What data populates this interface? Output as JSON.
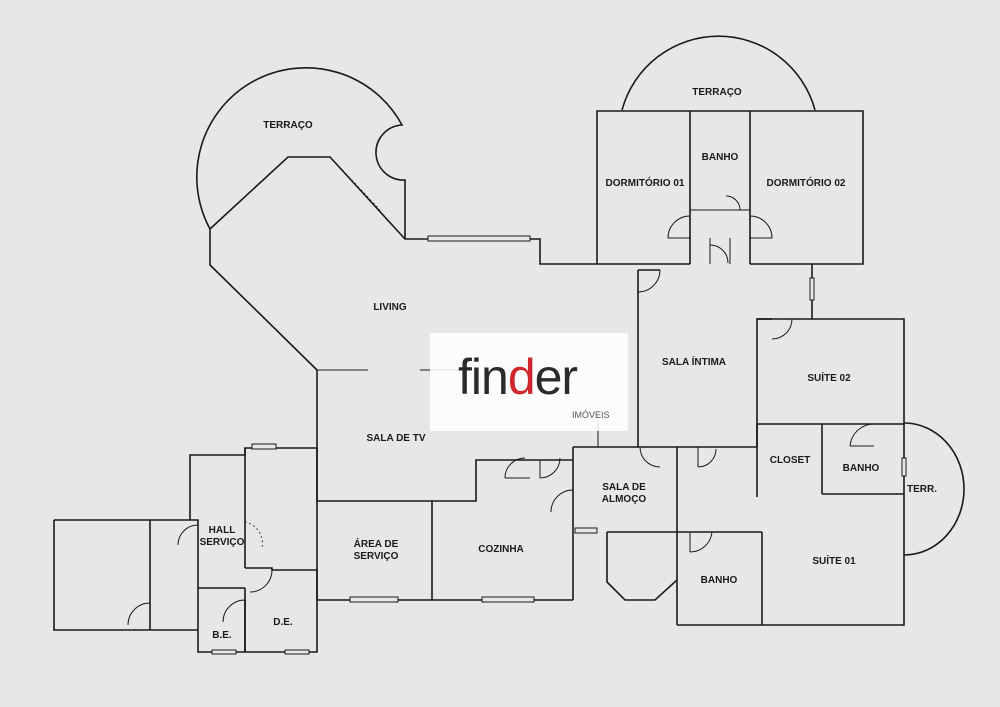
{
  "rooms": {
    "terraco_left": "TERRAÇO",
    "terraco_top": "TERRAÇO",
    "banho_top": "BANHO",
    "dormitorio_01": "DORMITÓRIO 01",
    "dormitorio_02": "DORMITÓRIO 02",
    "living": "LIVING",
    "sala_intima": "SALA ÍNTIMA",
    "suite_02": "SUÍTE 02",
    "sala_tv": "SALA DE TV",
    "closet": "CLOSET",
    "banho_suite": "BANHO",
    "terr": "TERR.",
    "sala_almoco_1": "SALA DE",
    "sala_almoco_2": "ALMOÇO",
    "hall_servico_1": "HALL",
    "hall_servico_2": "SERVIÇO",
    "area_servico_1": "ÁREA DE",
    "area_servico_2": "SERVIÇO",
    "cozinha": "COZINHA",
    "banho_bottom": "BANHO",
    "suite_01": "SUÍTE 01",
    "be": "B.E.",
    "de": "D.E."
  },
  "logo": {
    "part1": "fin",
    "part2": "d",
    "part3": "er",
    "sub": "IMÓVEIS",
    "accent_color": "#d1262b"
  },
  "colors": {
    "background": "#e6e7e6",
    "line": "#1a1a1a"
  }
}
